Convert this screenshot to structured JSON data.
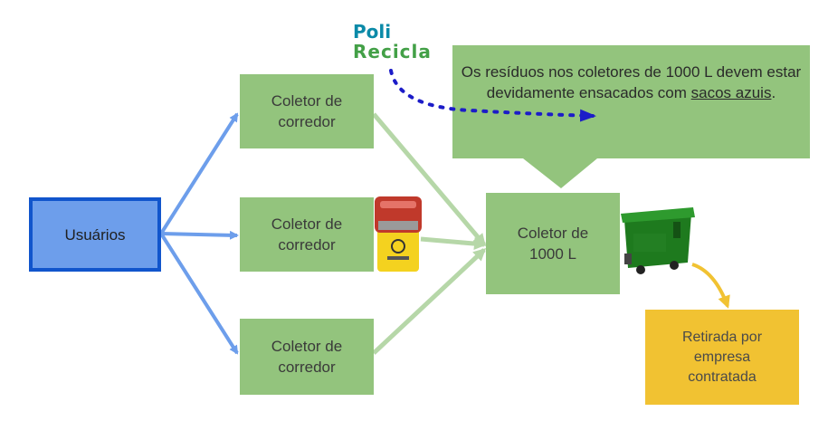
{
  "nodes": {
    "usuarios": "Usuários",
    "coletor_corredor_1": "Coletor de\ncorredor",
    "coletor_corredor_2": "Coletor de\ncorredor",
    "coletor_corredor_3": "Coletor de\ncorredor",
    "coletor_1000": "Coletor de\n1000 L",
    "retirada": "Retirada por\nempresa\ncontratada"
  },
  "callout": {
    "text_before": "Os resíduos nos coletores de 1000 L devem estar devidamente ensacados com ",
    "underlined": "sacos azuis",
    "text_after": "."
  },
  "logo": {
    "line1": "Poli",
    "line2": "Recicla"
  },
  "colors": {
    "node_green": "#93c47d",
    "node_blue": "#6d9eeb",
    "node_blue_border": "#1155cc",
    "node_yellow": "#f1c232",
    "arrow_blue": "#6d9eeb",
    "arrow_green": "#b6d7a8",
    "arrow_yellow": "#f1c232",
    "dotted_arrow": "#1c1cc8"
  },
  "icons": [
    "poli-recicla-logo",
    "yellow-waste-bin-icon",
    "green-1000l-container-icon"
  ]
}
